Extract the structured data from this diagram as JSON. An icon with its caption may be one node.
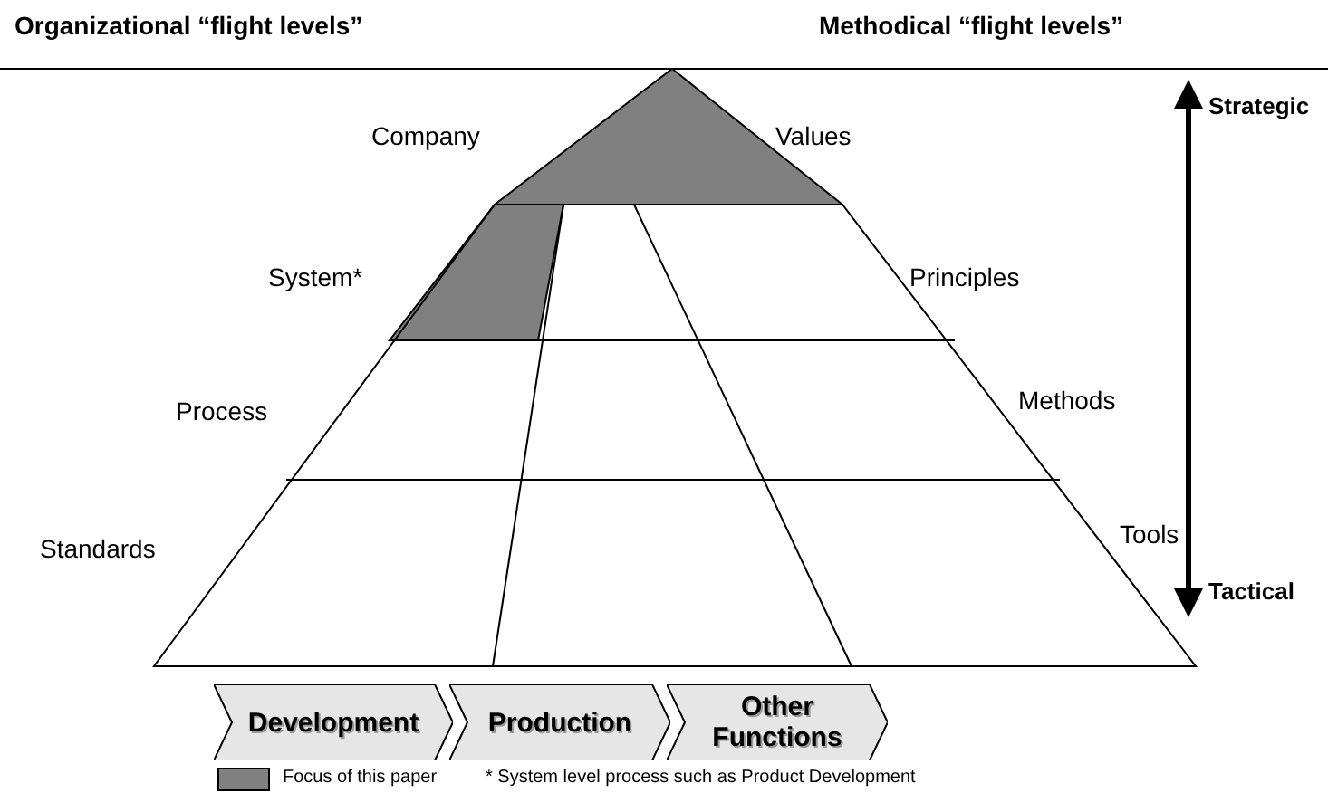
{
  "diagram": {
    "nodes": [
      {
        "text": [
          "Development"
        ]
      },
      {
        "text": [
          "Production"
        ]
      },
      {
        "text": [
          "Other Functions"
        ]
      }
    ],
    "edges": [],
    "labels": [
      "Organizational “flight levels”",
      "Methodical “flight levels”",
      "Company",
      "Values",
      "Strategic",
      "System*",
      "Principles",
      "Process",
      "Methods",
      "Tools",
      "Standards",
      "Tactical",
      "* System level process such as Product Development"
    ],
    "legend": [
      {
        "text": "Focus of this paper",
        "color": "#808080"
      }
    ]
  }
}
